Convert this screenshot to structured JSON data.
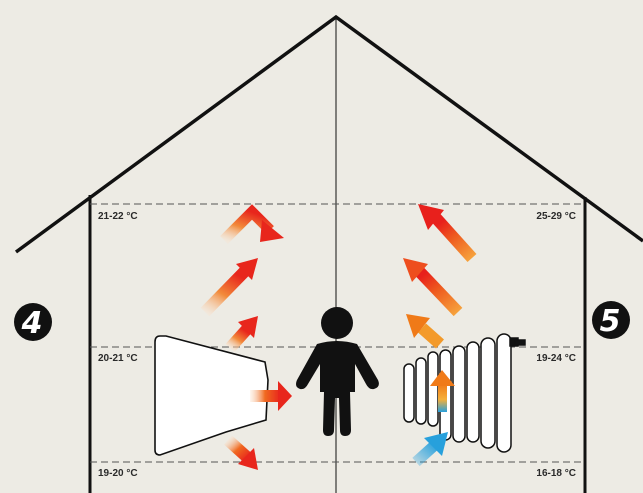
{
  "left": {
    "number": "4",
    "temps": {
      "top": "21-22 °C",
      "middle": "20-21 °C",
      "bottom": "19-20 °C"
    }
  },
  "right": {
    "number": "5",
    "temps": {
      "top": "25-29 °C",
      "middle": "19-24 °C",
      "bottom": "16-18 °C"
    }
  },
  "colors": {
    "background": "#edebe4",
    "outline": "#111111",
    "warm": "#f07a18",
    "hot": "#e8261c",
    "cool": "#27a0dc"
  }
}
